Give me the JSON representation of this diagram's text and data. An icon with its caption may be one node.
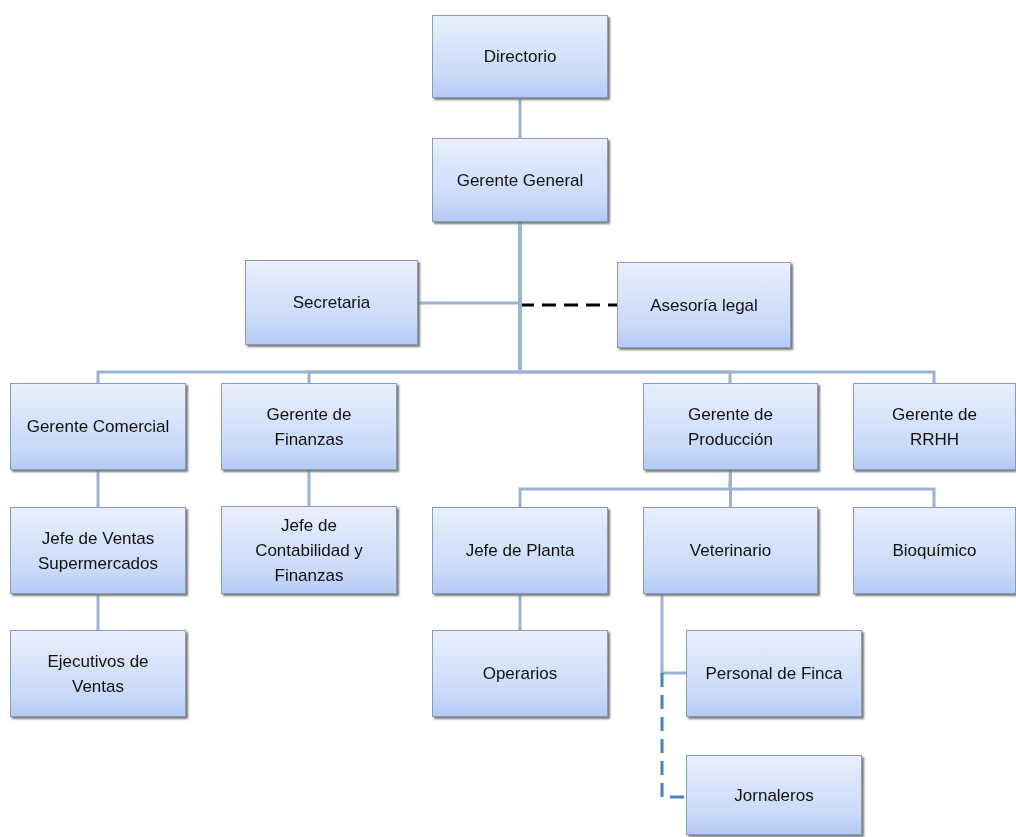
{
  "diagram": {
    "nodes": [
      {
        "text": [
          "Directorio"
        ]
      },
      {
        "text": [
          "Gerente General"
        ]
      },
      {
        "text": [
          "Secretaria"
        ]
      },
      {
        "text": [
          "Asesoría legal"
        ]
      },
      {
        "text": [
          "Gerente Comercial"
        ]
      },
      {
        "text": [
          "Gerente de Finanzas"
        ]
      },
      {
        "text": [
          "Gerente de Producción"
        ]
      },
      {
        "text": [
          "Gerente de RRHH"
        ]
      },
      {
        "text": [
          "Jefe de Ventas Supermercados"
        ]
      },
      {
        "text": [
          "Jefe de Contabilidad y Finanzas"
        ]
      },
      {
        "text": [
          "Jefe de Planta"
        ]
      },
      {
        "text": [
          "Veterinario"
        ]
      },
      {
        "text": [
          "Bioquímico"
        ]
      },
      {
        "text": [
          "Ejecutivos de Ventas"
        ]
      },
      {
        "text": [
          "Operarios"
        ]
      },
      {
        "text": [
          "Personal de Finca"
        ]
      },
      {
        "text": [
          "Jornaleros"
        ]
      }
    ],
    "edges": [
      {
        "from": 0,
        "to": 1,
        "arrow": "none"
      },
      {
        "from": 1,
        "to": 2,
        "arrow": "none"
      },
      {
        "from": 1,
        "to": 3,
        "arrow": "none",
        "style": "dashed",
        "color": "#000000"
      },
      {
        "from": 1,
        "to": 4,
        "arrow": "none"
      },
      {
        "from": 1,
        "to": 5,
        "arrow": "none"
      },
      {
        "from": 1,
        "to": 6,
        "arrow": "none"
      },
      {
        "from": 1,
        "to": 7,
        "arrow": "none"
      },
      {
        "from": 4,
        "to": 8,
        "arrow": "none"
      },
      {
        "from": 8,
        "to": 13,
        "arrow": "none"
      },
      {
        "from": 5,
        "to": 9,
        "arrow": "none"
      },
      {
        "from": 6,
        "to": 10,
        "arrow": "none"
      },
      {
        "from": 6,
        "to": 11,
        "arrow": "none"
      },
      {
        "from": 6,
        "to": 12,
        "arrow": "none"
      },
      {
        "from": 10,
        "to": 14,
        "arrow": "none"
      },
      {
        "from": 11,
        "to": 15,
        "arrow": "none"
      },
      {
        "from": 11,
        "to": 16,
        "arrow": "none",
        "style": "dashed",
        "color": "#4a7fc0"
      }
    ]
  }
}
